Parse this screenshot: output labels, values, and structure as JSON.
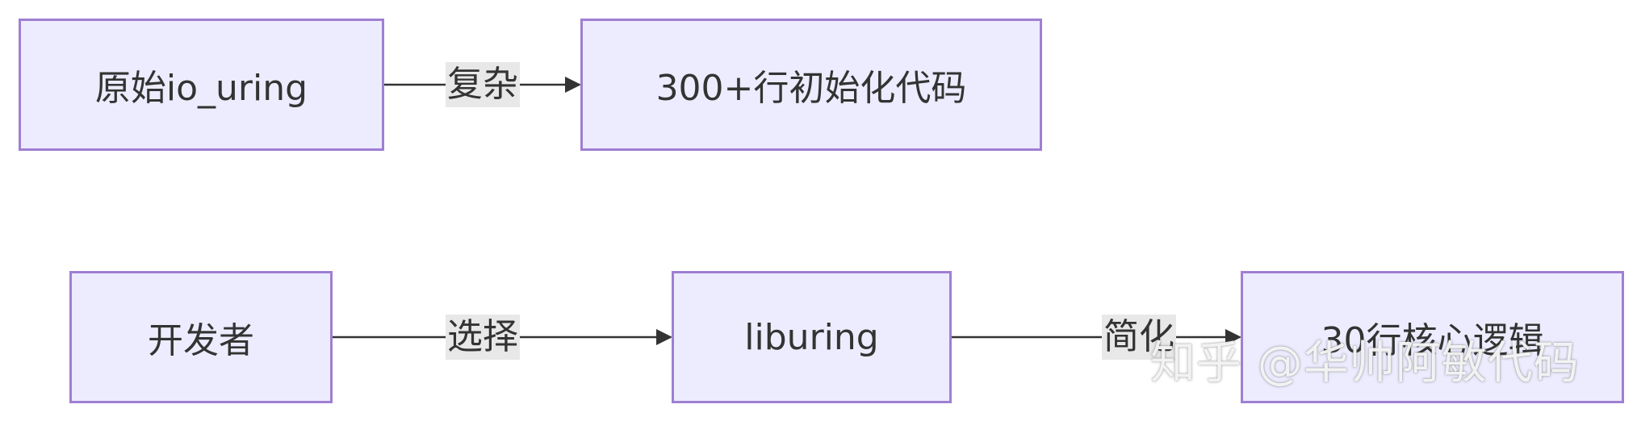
{
  "nodes": {
    "raw_io_uring": "原始io_uring",
    "init_code": "300+行初始化代码",
    "developer": "开发者",
    "liburing": "liburing",
    "core_logic": "30行核心逻辑"
  },
  "edges": {
    "complex": "复杂",
    "choose": "选择",
    "simplify": "简化"
  },
  "watermark": "知乎 @华帅阿敏代码",
  "colors": {
    "node_fill": "#ececfe",
    "node_border": "#9f7fd3",
    "edge_label_bg": "#e8e8e8",
    "line": "#333333"
  }
}
